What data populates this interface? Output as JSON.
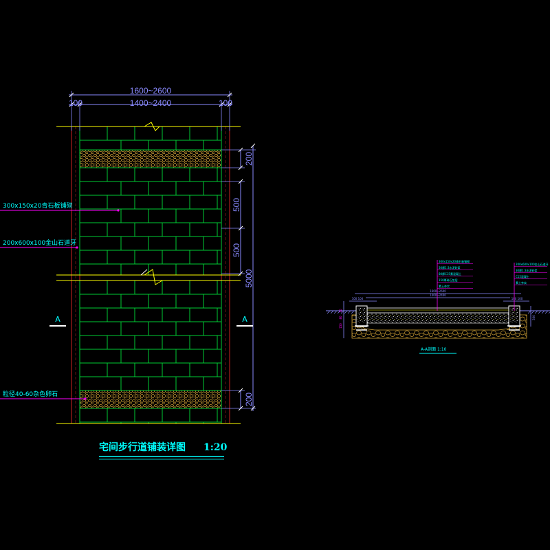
{
  "colors": {
    "background": "#000000",
    "white_line": "#ffffff",
    "dimension": "#8a8aff",
    "magenta": "#ff00ff",
    "cyan": "#00ffff",
    "yellow": "#ffff00",
    "brick": "#00cc33",
    "edge_red": "#cc2222",
    "cobble": "#d4a437",
    "title": "#00ffff"
  },
  "plan": {
    "dim_overall": "1600~2600",
    "dim_left_curb": "100",
    "dim_middle": "1400~2400",
    "dim_right_curb": "100",
    "dim_band_top": "200",
    "dim_brick_1": "500",
    "dim_brick_2": "500",
    "dim_total": "5000",
    "dim_band_bottom": "200",
    "label_slab": "300x150x20青石板铺砌",
    "label_curb": "200x600x100金山石道牙",
    "label_cobble": "粒径40-60杂色卵石",
    "section_mark_left": "A",
    "section_mark_right": "A",
    "title": "宅间步行道铺装详图",
    "scale": "1:20"
  },
  "section": {
    "dim_width": "1600~2600",
    "dim_inner": "1400~2400",
    "dim_left_pair": "100 100",
    "dim_right_pair": "100 100",
    "layers_left": [
      "300x150x20青石板铺砌",
      "30厚1:3水泥砂浆",
      "80厚C15素混凝土",
      "150厚碎石垫层",
      "素土夯实"
    ],
    "layers_right": [
      "200x600x100金山石道牙",
      "30厚1:3水泥砂浆",
      "C15混凝土",
      "素土夯实"
    ],
    "left_dims": [
      "50",
      "80",
      "150"
    ],
    "right_dim": "300",
    "title": "A-A剖面 1:10"
  }
}
